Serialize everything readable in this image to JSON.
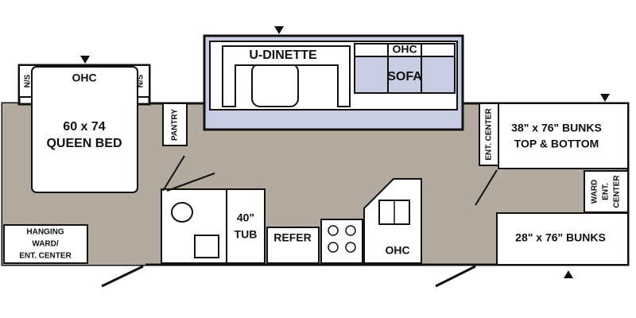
{
  "floorplan": {
    "colors": {
      "floor": "#b3aaa0",
      "wall": "#111111",
      "slide_floor": "#c8cde2",
      "room": "#ffffff"
    },
    "labels": {
      "bed_ohc": "OHC",
      "ns_left": "N/S",
      "ns_right": "N/S",
      "bed_line1": "60 x 74",
      "bed_line2": "QUEEN BED",
      "wardrobe_line1": "HANGING",
      "wardrobe_line2": "WARD/",
      "wardrobe_line3": "ENT. CENTER",
      "pantry": "PANTRY",
      "dinette": "U-DINETTE",
      "sofa_ohc": "OHC",
      "sofa": "SOFA",
      "tub_line1": "40\"",
      "tub_line2": "TUB",
      "refer": "REFER",
      "kitchen_ohc": "OHC",
      "ent_center": "ENT. CENTER",
      "bunks_top_line1": "38\" x 76\" BUNKS",
      "bunks_top_line2": "TOP & BOTTOM",
      "ward_ent_line1": "WARD",
      "ward_ent_line2": "ENT.",
      "ward_ent_line3": "CENTER",
      "bunks_bottom": "28\" x 76\" BUNKS"
    }
  }
}
